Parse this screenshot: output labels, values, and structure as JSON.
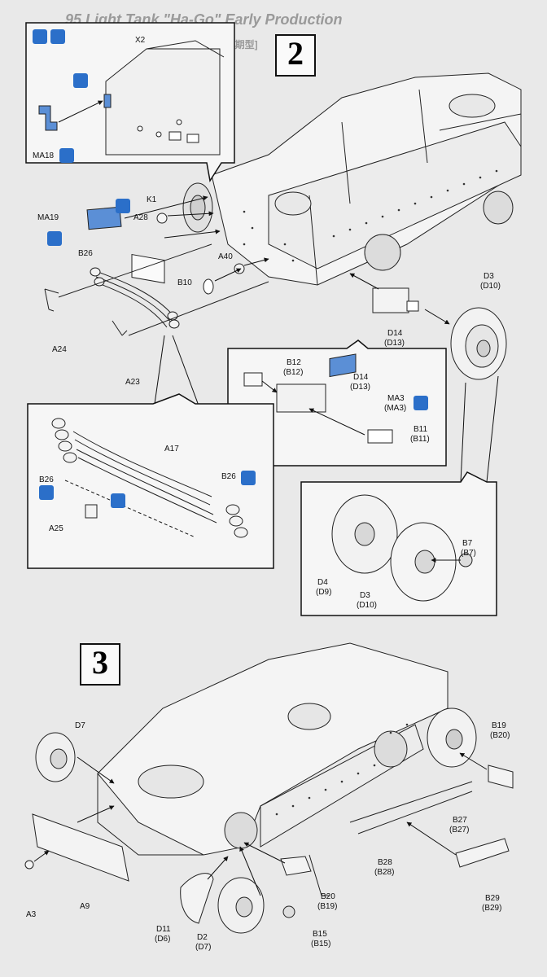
{
  "header": {
    "title_fragment": "95 Light Tank \"Ha-Go\" Early Production",
    "subtitle_fragment": "九五式軽戦車 ハ号 [初期型]"
  },
  "steps": {
    "step2": "2",
    "step3": "3"
  },
  "parts": {
    "x2": "X2",
    "ma18": "MA18",
    "ma19": "MA19",
    "k1": "K1",
    "a28": "A28",
    "b26": "B26",
    "a40": "A40",
    "b10": "B10",
    "a24": "A24",
    "a23": "A23",
    "d3_a": "D3",
    "d10_a": "(D10)",
    "d14_a": "D14",
    "d13_a": "(D13)",
    "b12": "B12",
    "b12p": "(B12)",
    "d14_b": "D14",
    "d13_b": "(D13)",
    "ma3": "MA3",
    "ma3p": "(MA3)",
    "b11": "B11",
    "b11p": "(B11)",
    "a17": "A17",
    "b26_b": "B26",
    "b26_c": "B26",
    "a25": "A25",
    "b7": "B7",
    "b7p": "(B7)",
    "d4": "D4",
    "d9p": "(D9)",
    "d3_b": "D3",
    "d10_b": "(D10)",
    "d7": "D7",
    "b19": "B19",
    "b20p": "(B20)",
    "b27": "B27",
    "b27p": "(B27)",
    "b28": "B28",
    "b28p": "(B28)",
    "b20": "B20",
    "b19p": "(B19)",
    "b29": "B29",
    "b29p": "(B29)",
    "a9": "A9",
    "a3": "A3",
    "d11": "D11",
    "d6p": "(D6)",
    "d2": "D2",
    "d7p": "(D7)",
    "b15": "B15",
    "b15p": "(B15)"
  },
  "icons": {
    "paint": "paint-icon",
    "cement": "cement-icon",
    "decal_water": "water-slide-icon",
    "pe_part": "photo-etch-icon",
    "make_3": "make-three-icon",
    "option": "option-icon"
  },
  "colors": {
    "icon_blue": "#2b6fc9",
    "pe_blue": "#5b8fd6",
    "paper": "#e9e9e9",
    "ink": "#111111"
  }
}
